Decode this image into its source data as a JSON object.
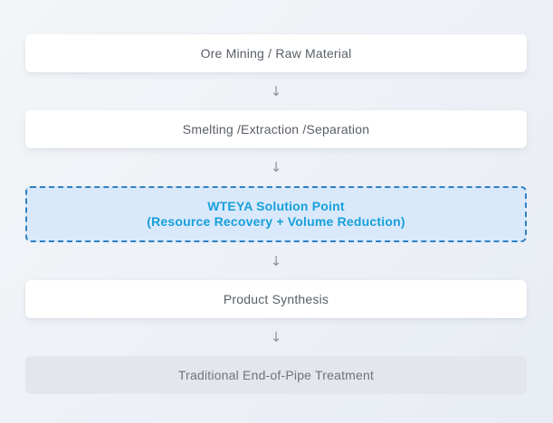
{
  "flowchart": {
    "steps": [
      {
        "label": "Ore Mining / Raw Material",
        "type": "default"
      },
      {
        "label": "Smelting /Extraction /Separation",
        "type": "default"
      },
      {
        "title": "WTEYA Solution Point",
        "subtitle": "(Resource Recovery + Volume Reduction)",
        "type": "highlight"
      },
      {
        "label": "Product Synthesis",
        "type": "default"
      },
      {
        "label": "Traditional End-of-Pipe Treatment",
        "type": "muted"
      }
    ],
    "arrow_icon": "↓",
    "colors": {
      "default_box_bg": "#ffffff",
      "default_box_text": "#585e66",
      "muted_box_bg": "#e3e6ec",
      "muted_box_text": "#6e747c",
      "highlight_box_bg": "#d9e9fb",
      "highlight_border": "#2e80c4",
      "highlight_text": "#17a0da",
      "arrow": "#8d939a",
      "background_start": "#f3f6f8",
      "background_end": "#e8edf4"
    }
  }
}
